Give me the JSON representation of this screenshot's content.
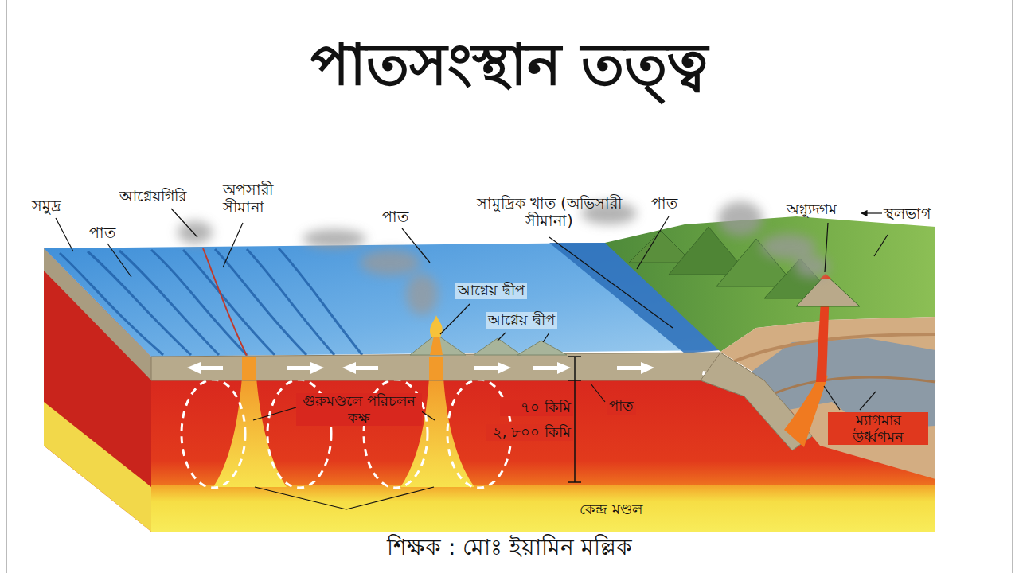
{
  "diagram": {
    "title": "পাতসংস্থান তত্ত্ব",
    "caption": "শিক্ষক : মোঃ ইয়ামিন মল্লিক",
    "labels": [
      "সমুদ্র",
      "আগ্নেয়গিরি",
      "অপসারী সীমানা",
      "পাত",
      "পাত",
      "সামুদ্রিক খাত (অভিসারী সীমানা)",
      "পাত",
      "অগ্ন্যুদগম",
      "স্থলভাগ",
      "আগ্নেয় দ্বীপ",
      "আগ্নেয় দ্বীপ",
      "গুরুমণ্ডলে পরিচলন কক্ষ",
      "৭০ কিমি",
      "পাত",
      "২, ৮০০ কিমি",
      "ম্যাগমার উর্ধ্বগমন",
      "কেন্দ্র মণ্ডল"
    ]
  }
}
